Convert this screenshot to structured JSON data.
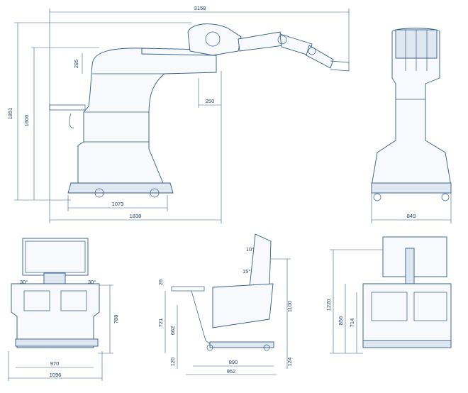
{
  "colors": {
    "line": "#2f5a8c",
    "text": "#1d3f6b",
    "fill": "#f7f9fc",
    "shade": "#dfe7f1"
  },
  "side_view": {
    "dim_reach": "3158",
    "dim_total_height": "1851",
    "dim_column_height": "1600",
    "dim_arm_thickness": "285",
    "dim_offset": "250",
    "dim_base_length": "1073",
    "dim_total_length": "1838"
  },
  "front_view": {
    "dim_width": "849"
  },
  "console_front": {
    "angle_left": "30°",
    "angle_right": "30°",
    "dim_height": "788",
    "dim_inner_width": "970",
    "dim_outer_width": "1096"
  },
  "console_side": {
    "angle_top": "10°",
    "angle_mid": "15°",
    "dim_armrest": "26",
    "dim_armrest_height": "721",
    "dim_pedal_height": "662",
    "dim_base": "120",
    "dim_total_height": "1100",
    "dim_footrest": "124",
    "dim_inner_depth": "890",
    "dim_total_depth": "952"
  },
  "console_back": {
    "dim_total_height": "1220",
    "dim_body_height": "856",
    "dim_panel_height": "714"
  }
}
